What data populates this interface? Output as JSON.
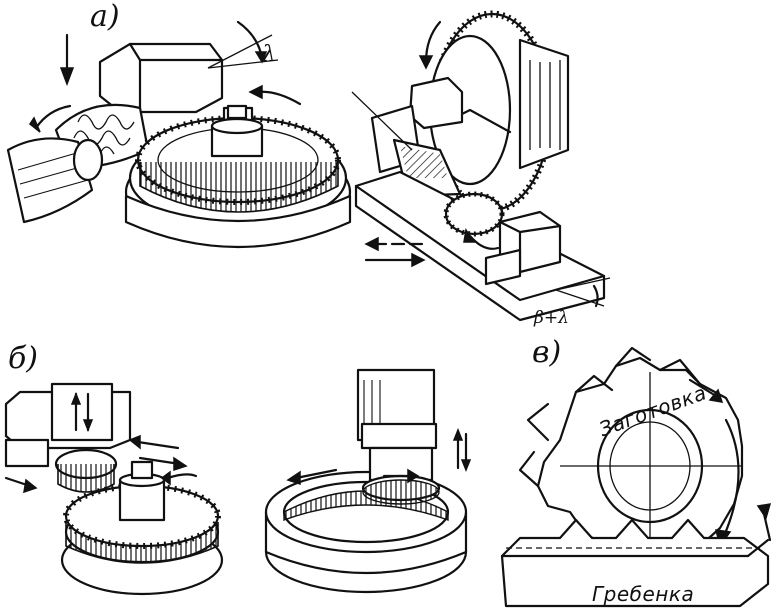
{
  "figure": {
    "label_a": "а)",
    "label_b": "б)",
    "label_v": "в)",
    "angle_lambda": "λ",
    "angle_beta_lambda": "β+λ",
    "workpiece_label": "Заготовка",
    "rack_label": "Гребенка"
  }
}
